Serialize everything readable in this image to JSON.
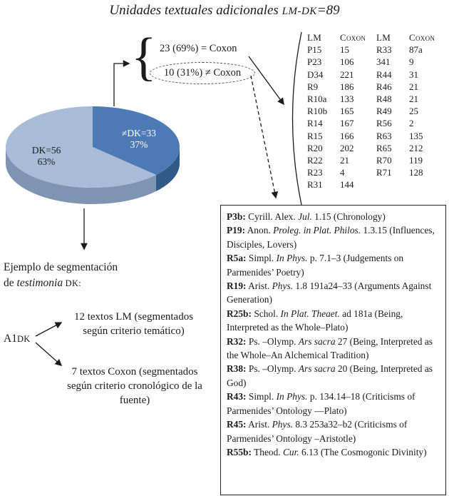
{
  "title": {
    "pre": "Unidades textuales adicionales ",
    "sc": "LM-DK",
    "post": "=89"
  },
  "chart_data": {
    "type": "pie",
    "title": "Unidades textuales adicionales LM-DK=89",
    "total": 89,
    "start_angle_deg": 0,
    "slices": [
      {
        "label": "≠DK=33",
        "value": 33,
        "percent": 37,
        "percent_label": "37%",
        "color": "#4d7ab4",
        "side_color": "#315a88",
        "text_color": "#ffffff"
      },
      {
        "label": "DK=56",
        "value": 56,
        "percent": 63,
        "percent_label": "63%",
        "color": "#a8bcd8",
        "side_color": "#7e94b2",
        "text_color": "#1b1b1b"
      }
    ]
  },
  "callout": {
    "brace": "{",
    "equal_label": "23 (69%) = Coxon",
    "notequal_label": "10 (31%) ≠ Coxon"
  },
  "concordance": {
    "headers": [
      "LM",
      "Coxon",
      "LM",
      "Coxon"
    ],
    "rows": [
      [
        "P15",
        "15",
        "R33",
        "87a"
      ],
      [
        "P23",
        "106",
        "341",
        "9"
      ],
      [
        "D34",
        "221",
        "R44",
        "31"
      ],
      [
        "R9",
        "186",
        "R46",
        "21"
      ],
      [
        "R10a",
        "133",
        "R48",
        "21"
      ],
      [
        "R10b",
        "165",
        "R49",
        "25"
      ],
      [
        "R14",
        "167",
        "R56",
        "2"
      ],
      [
        "R15",
        "166",
        "R63",
        "135"
      ],
      [
        "R20",
        "202",
        "R65",
        "212"
      ],
      [
        "R22",
        "21",
        "R70",
        "119"
      ],
      [
        "R23",
        "4",
        "R71",
        "128"
      ],
      [
        "R31",
        "144",
        "",
        ""
      ]
    ]
  },
  "testimonia_box": {
    "entries": [
      {
        "parts": [
          {
            "s": "b",
            "t": "P3b:"
          },
          {
            "s": "n",
            "t": " Cyrill. Alex. "
          },
          {
            "s": "i",
            "t": "Jul."
          },
          {
            "s": "n",
            "t": " 1.15 (Chronology)"
          }
        ]
      },
      {
        "parts": [
          {
            "s": "b",
            "t": "P19:"
          },
          {
            "s": "n",
            "t": " Anon. "
          },
          {
            "s": "i",
            "t": "Proleg. in Plat. Philos."
          },
          {
            "s": "n",
            "t": " 1.3.15 (Influences, Disciples, Lovers)"
          }
        ]
      },
      {
        "parts": [
          {
            "s": "b",
            "t": "R5a:"
          },
          {
            "s": "n",
            "t": " Simpl. "
          },
          {
            "s": "i",
            "t": "In Phys."
          },
          {
            "s": "n",
            "t": " p. 7.1–3 (Judgements on Parmenides’ Poetry)"
          }
        ]
      },
      {
        "parts": [
          {
            "s": "b",
            "t": "R19:"
          },
          {
            "s": "n",
            "t": " Arist. "
          },
          {
            "s": "i",
            "t": "Phys."
          },
          {
            "s": "n",
            "t": " 1.8 191a24–33 (Arguments Against Generation)"
          }
        ]
      },
      {
        "parts": [
          {
            "s": "b",
            "t": "R25b:"
          },
          {
            "s": "n",
            "t": " Schol. "
          },
          {
            "s": "i",
            "t": "In Plat. Theaet."
          },
          {
            "s": "n",
            "t": " ad 181a (Being, Interpreted as the Whole–Plato)"
          }
        ]
      },
      {
        "parts": [
          {
            "s": "b",
            "t": "R32:"
          },
          {
            "s": "n",
            "t": " Ps. –Olymp. "
          },
          {
            "s": "i",
            "t": "Ars sacra"
          },
          {
            "s": "n",
            "t": " 27 (Being, Interpreted as the Whole–An Alchemical Tradition)"
          }
        ]
      },
      {
        "parts": [
          {
            "s": "b",
            "t": "R38:"
          },
          {
            "s": "n",
            "t": " Ps. –Olymp. "
          },
          {
            "s": "i",
            "t": "Ars sacra"
          },
          {
            "s": "n",
            "t": " 20 (Being, Interpreted as God)"
          }
        ]
      },
      {
        "parts": [
          {
            "s": "b",
            "t": "R43:"
          },
          {
            "s": "n",
            "t": " Simpl. "
          },
          {
            "s": "i",
            "t": "In Phys."
          },
          {
            "s": "n",
            "t": " p. 134.14–18 (Criticisms of Parmenides’ Ontology —Plato)"
          }
        ]
      },
      {
        "parts": [
          {
            "s": "b",
            "t": "R45:"
          },
          {
            "s": "n",
            "t": " Arist. "
          },
          {
            "s": "i",
            "t": "Phys."
          },
          {
            "s": "n",
            "t": " 8.3 253a32–b2 (Criticisms of Parmenides’ Ontology –Aristotle)"
          }
        ]
      },
      {
        "parts": [
          {
            "s": "b",
            "t": "R55b:"
          },
          {
            "s": "n",
            "t": " Theod. "
          },
          {
            "s": "i",
            "t": "Cur."
          },
          {
            "s": "n",
            "t": " 6.13 (The Cosmogonic Divinity)"
          }
        ]
      }
    ]
  },
  "segmentation": {
    "line1": "Ejemplo de segmentación",
    "line2_pre": "de ",
    "line2_italic": "testimonia",
    "line2_post": " DK:",
    "node_main": "A1",
    "node_sub": "DK",
    "branch_lm": "12 textos LM (segmentados según criterio temático)",
    "branch_coxon": "7 textos Coxon (segmentados según criterio cronológico de la fuente)"
  }
}
